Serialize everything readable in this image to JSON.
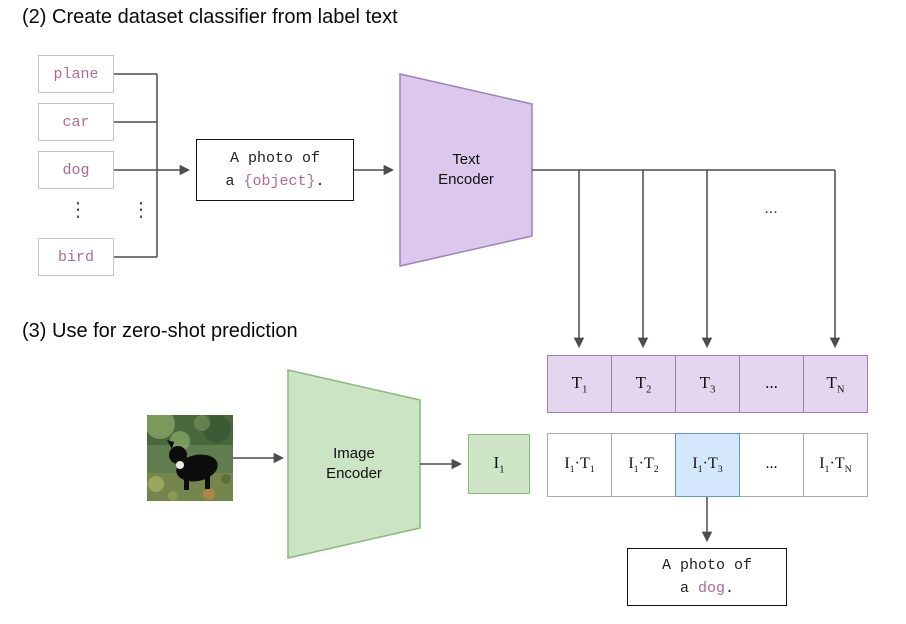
{
  "headings": {
    "part2": "(2) Create dataset classifier from label text",
    "part3": "(3) Use for zero-shot prediction"
  },
  "class_labels": [
    "plane",
    "car",
    "dog",
    "bird"
  ],
  "vertical_ellipsis": "⋮",
  "horizontal_ellipsis": "...",
  "prompt_box": {
    "line1": "A photo of",
    "line2_prefix": "a ",
    "object_token": "{object}",
    "line2_suffix": "."
  },
  "text_encoder_label": "Text Encoder",
  "image_encoder_label": "Image Encoder",
  "text_embeddings": [
    {
      "base": "T",
      "sub": "1"
    },
    {
      "base": "T",
      "sub": "2"
    },
    {
      "base": "T",
      "sub": "3"
    },
    {
      "base": "...",
      "sub": ""
    },
    {
      "base": "T",
      "sub": "N"
    }
  ],
  "image_embedding": {
    "base": "I",
    "sub": "1"
  },
  "similarity_cells": [
    {
      "i": "I",
      "i_sub": "1",
      "dot": "·",
      "t": "T",
      "t_sub": "1"
    },
    {
      "i": "I",
      "i_sub": "1",
      "dot": "·",
      "t": "T",
      "t_sub": "2"
    },
    {
      "i": "I",
      "i_sub": "1",
      "dot": "·",
      "t": "T",
      "t_sub": "3"
    },
    {
      "i": "...",
      "i_sub": "",
      "dot": "",
      "t": "",
      "t_sub": ""
    },
    {
      "i": "I",
      "i_sub": "1",
      "dot": "·",
      "t": "T",
      "t_sub": "N"
    }
  ],
  "result_box": {
    "line1": "A photo of",
    "line2_prefix": "a ",
    "object": "dog",
    "line2_suffix": "."
  },
  "colors": {
    "purple_fill": "#dcc8ec",
    "purple_border": "#9d82ba",
    "green_fill": "#cbe4c3",
    "green_border": "#8ab97e",
    "highlight_fill": "#d4e6f9",
    "highlight_border": "#5d95d6",
    "token_pink": "#b06a92",
    "wire": "#4d4d4d"
  }
}
